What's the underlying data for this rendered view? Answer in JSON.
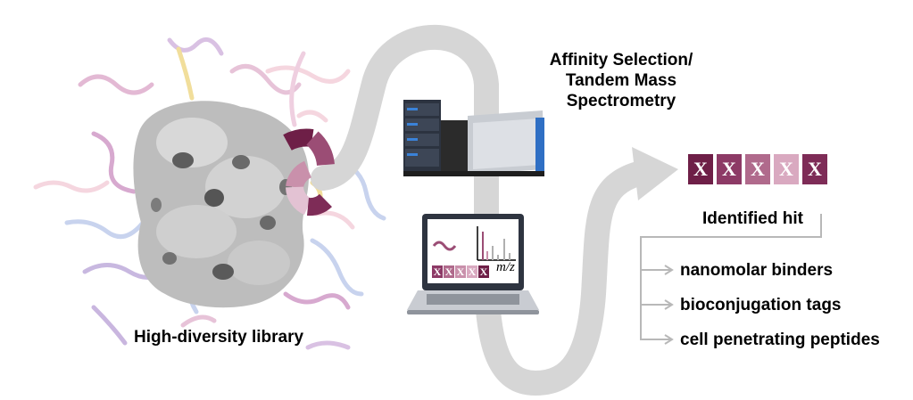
{
  "title_lines": [
    "Affinity Selection/",
    "Tandem Mass",
    "Spectrometry"
  ],
  "library_label": "High-diversity library",
  "hit_label": "Identified hit",
  "hit_sequence": {
    "letters": [
      "X",
      "X",
      "X",
      "X",
      "X"
    ],
    "colors": [
      "#6e1f47",
      "#8d3a66",
      "#b06a8c",
      "#d9a9c0",
      "#7e2c57"
    ]
  },
  "laptop": {
    "axis_label": "m/z",
    "sequence_letters": [
      "X",
      "X",
      "X",
      "X",
      "X"
    ],
    "sequence_colors": [
      "#8d3a66",
      "#b06a8c",
      "#c990ab",
      "#d9a9c0",
      "#6e1f47"
    ]
  },
  "applications": [
    "nanomolar binders",
    "bioconjugation tags",
    "cell penetrating peptides"
  ],
  "colors": {
    "flow_arrow": "#d6d6d6",
    "accent_dark": "#6e1f47",
    "accent_mid": "#9b4d75",
    "accent_light": "#d9a9c0",
    "branch_line": "#b8b8b8"
  }
}
